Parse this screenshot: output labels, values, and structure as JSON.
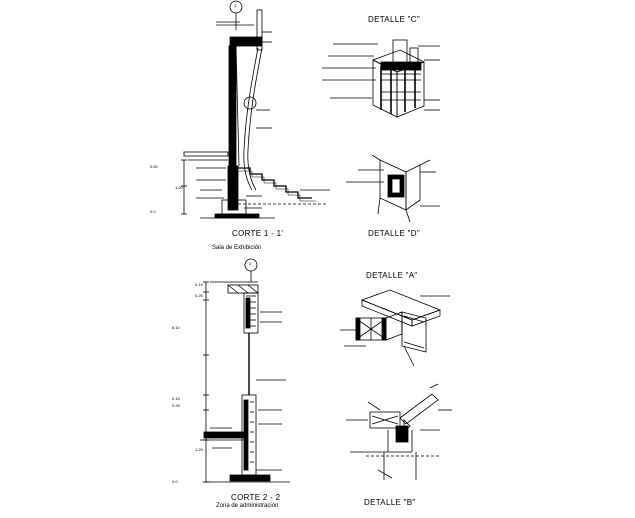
{
  "drawing": {
    "corte_1": {
      "title": "CORTE 1 - 1'",
      "subtitle": "Sala de Exhibición",
      "axis_marker": "1"
    },
    "corte_2": {
      "title": "CORTE 2 - 2",
      "subtitle": "Zona de administración",
      "axis_marker": "2"
    },
    "details": {
      "c": "DETALLE \"C\"",
      "d": "DETALLE \"D\"",
      "a": "DETALLE \"A\"",
      "b": "DETALLE \"B\""
    },
    "dims_1": [
      "0.50",
      "1.20",
      "0.0"
    ],
    "dims_2": [
      "0.15",
      "0.25",
      "8.10",
      "0.15",
      "0.25",
      "1.20",
      "0.0"
    ]
  }
}
